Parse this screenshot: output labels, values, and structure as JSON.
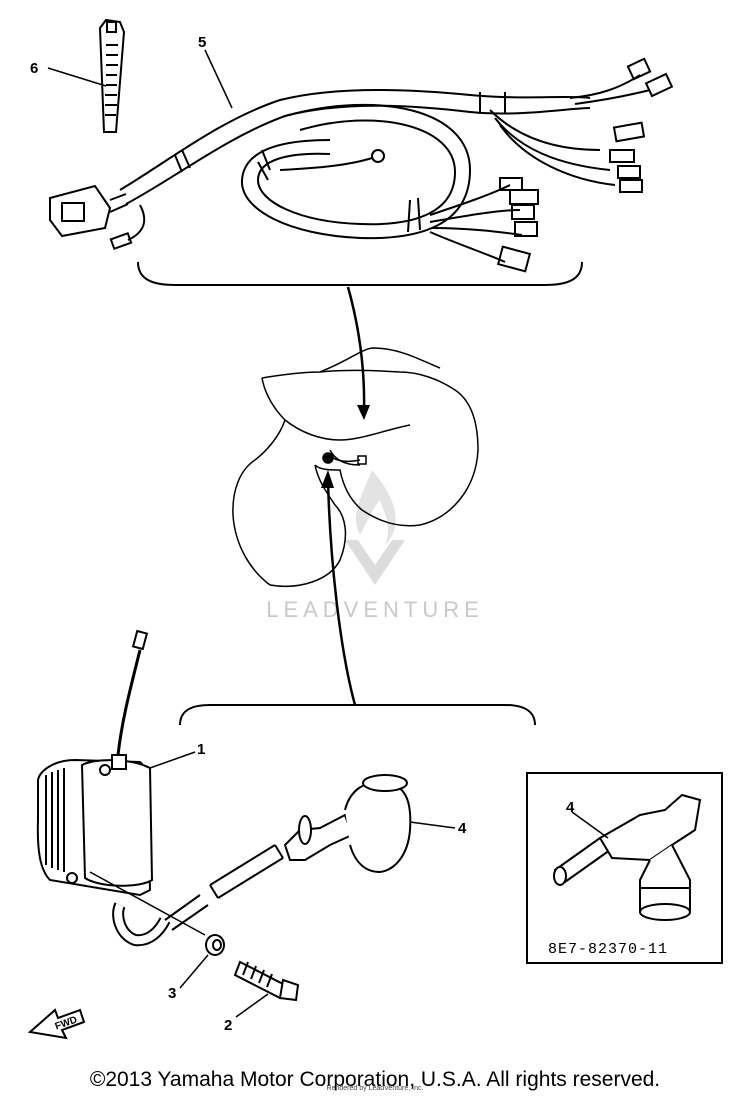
{
  "callouts": {
    "part1": "1",
    "part2": "2",
    "part3": "3",
    "part4": "4",
    "part4_inset": "4",
    "part5": "5",
    "part6": "6"
  },
  "inset": {
    "part_number": "8E7-82370-11"
  },
  "fwd_label": "FWD",
  "watermark": {
    "text": "LEADVENTURE"
  },
  "footer": {
    "copyright": "©2013 Yamaha Motor Corporation, U.S.A. All rights reserved.",
    "rendered_by": "Rendered by LeadVenture, Inc."
  },
  "colors": {
    "line": "#000000",
    "watermark": "#c9c9c9",
    "background": "#ffffff"
  }
}
